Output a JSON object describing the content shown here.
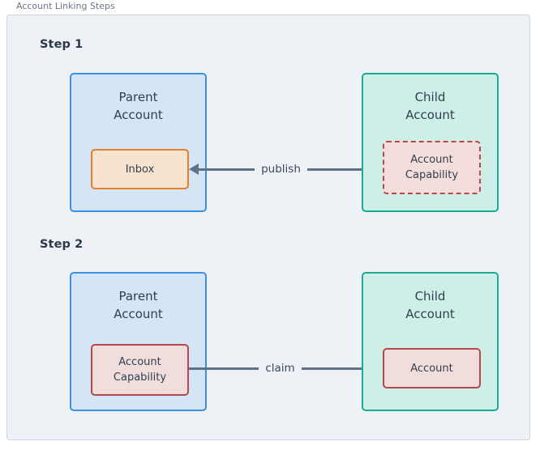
{
  "diagram": {
    "frame_legend": "Account Linking Steps",
    "background_color": "#eef2f6",
    "frame_border_color": "#ccd5e0",
    "steps": [
      {
        "title": "Step 1",
        "left_box": {
          "title": "Parent\nAccount",
          "kind": "parent",
          "fill": "#d4e5f8",
          "border": "#3d8fe0",
          "inner": {
            "label": "Inbox",
            "style": "solid",
            "fill": "#f8e3d1",
            "border": "#e2802c"
          }
        },
        "right_box": {
          "title": "Child\nAccount",
          "kind": "child",
          "fill": "#cdefe8",
          "border": "#1aab94",
          "inner": {
            "label": "Account\nCapability",
            "style": "dashed",
            "fill": "#f3dedc",
            "border": "#b4484a"
          }
        },
        "arrow": {
          "label": "publish",
          "direction": "left",
          "color": "#5f7285"
        }
      },
      {
        "title": "Step 2",
        "left_box": {
          "title": "Parent\nAccount",
          "kind": "parent",
          "fill": "#d4e5f8",
          "border": "#3d8fe0",
          "inner": {
            "label": "Account\nCapability",
            "style": "solid",
            "fill": "#f1dedc",
            "border": "#b4484a"
          }
        },
        "right_box": {
          "title": "Child\nAccount",
          "kind": "child",
          "fill": "#cdefe8",
          "border": "#1aab94",
          "inner": {
            "label": "Account",
            "style": "solid",
            "fill": "#f1dedc",
            "border": "#b4484a"
          }
        },
        "arrow": {
          "label": "claim",
          "direction": "right",
          "color": "#5f7285"
        }
      }
    ]
  }
}
